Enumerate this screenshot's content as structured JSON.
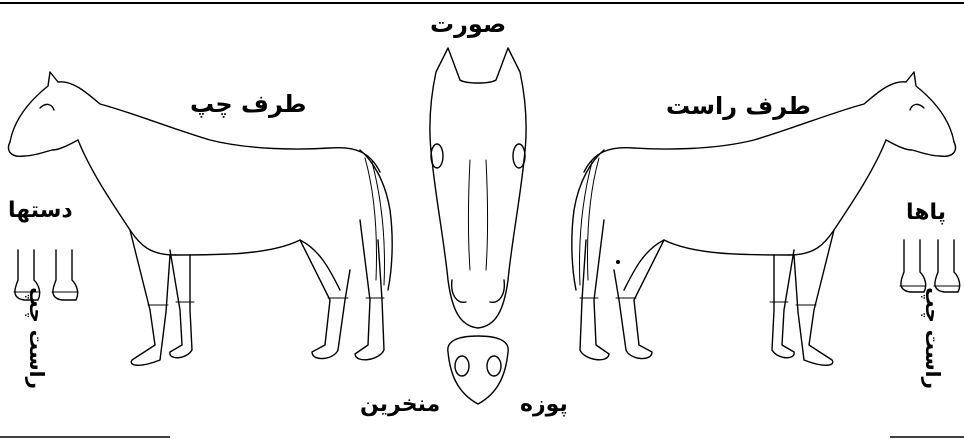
{
  "labels": {
    "face": "صورت",
    "left_side": "طرف چپ",
    "right_side": "طرف راست",
    "forelegs": "دستها",
    "hindlegs": "پاها",
    "left_vertical": "راست چپ",
    "right_vertical": "راست چپ",
    "muzzle": "پوزه",
    "nostrils": "منخرین"
  }
}
